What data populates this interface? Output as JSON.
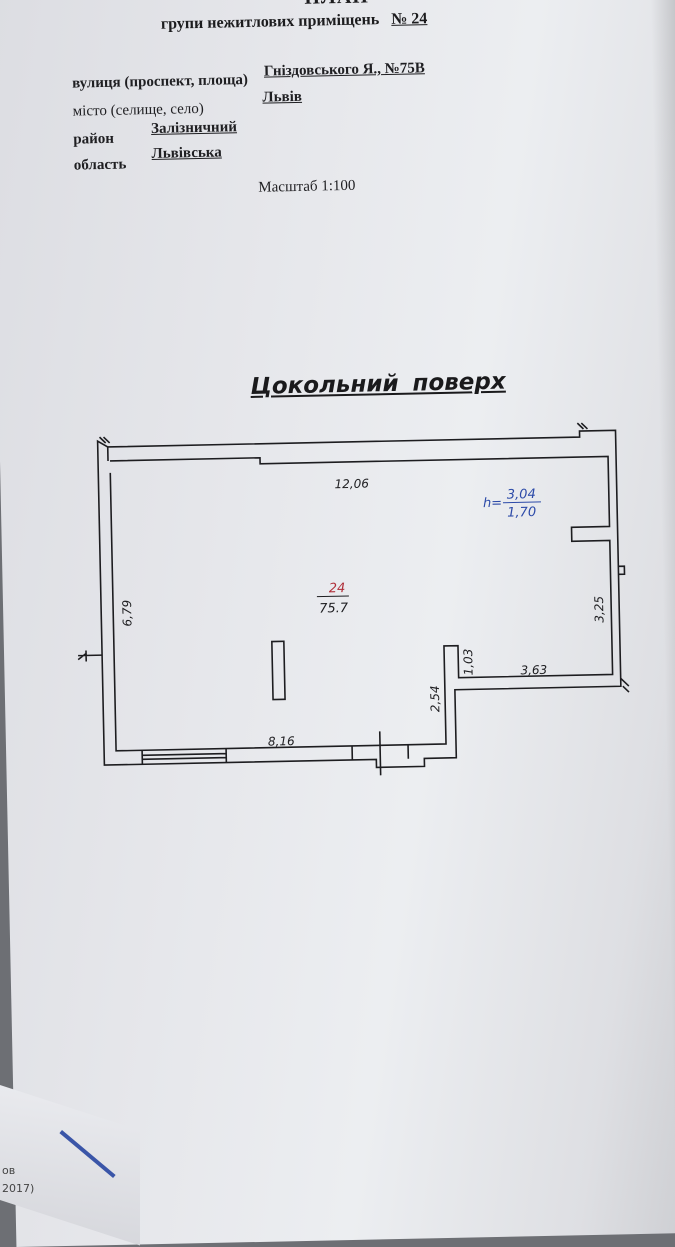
{
  "header": {
    "title": "ПЛАН",
    "subtitle_prefix": "групи нежитлових приміщень",
    "subtitle_no": "№ 24"
  },
  "address": {
    "street_label": "вулиця (проспект, площа)",
    "street_value": "Гніздовського Я., №75В",
    "city_label": "місто (селище, село)",
    "city_value": "Львів",
    "district_label": "район",
    "district_value": "Залізничний",
    "region_label": "область",
    "region_value": "Львівська"
  },
  "scale": "Масштаб 1:100",
  "floor_title": "Цокольний поверх",
  "plan": {
    "room_number": "24",
    "room_area": "75.7",
    "height_prefix": "h=",
    "height_top": "3,04",
    "height_bottom": "1,70",
    "dim_top": "12,06",
    "dim_left": "6,79",
    "dim_bottom": "8,16",
    "dim_right": "3,25",
    "dim_step_v": "1,03",
    "dim_step_h": "3,63",
    "dim_notch": "2,54"
  },
  "colors": {
    "room_number": "#b0303a",
    "height_text": "#2c4aa8",
    "lines": "#1d1d20"
  },
  "stray_paper": {
    "line1": "ов",
    "line2": "2017)"
  }
}
